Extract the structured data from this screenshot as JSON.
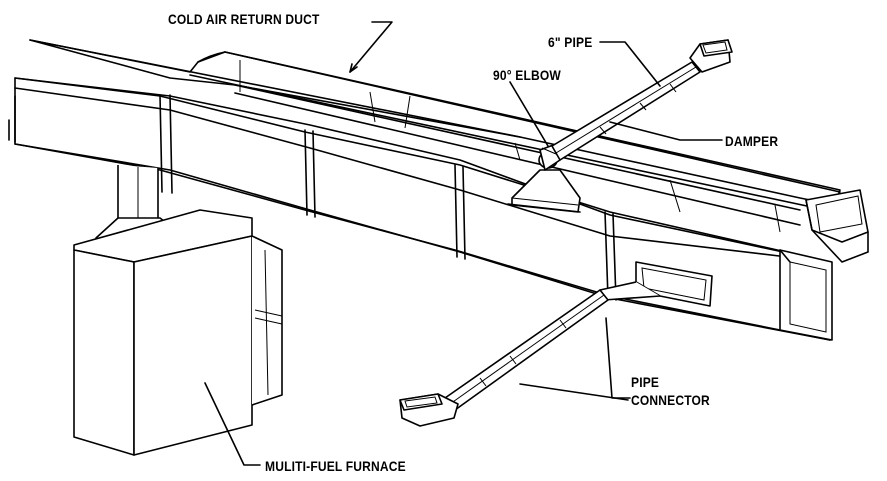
{
  "labels": {
    "cold_air_return_duct": "COLD AIR RETURN DUCT",
    "six_inch_pipe": "6\" PIPE",
    "elbow_90": "90° ELBOW",
    "damper": "DAMPER",
    "pipe_connector_line1": "PIPE",
    "pipe_connector_line2": "CONNECTOR",
    "furnace": "MULITI-FUEL FURNACE"
  }
}
